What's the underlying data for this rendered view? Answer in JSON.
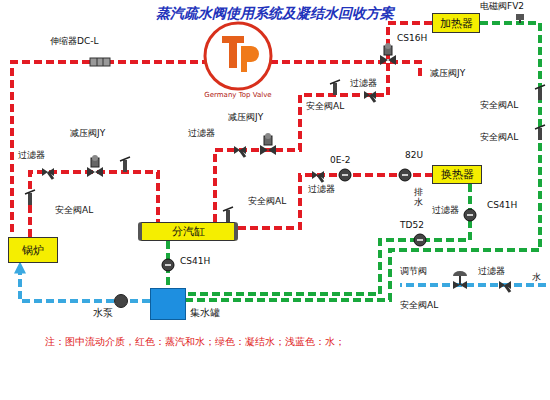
{
  "diagram": {
    "title": "蒸汽疏水阀使用系统及凝结水回收方案",
    "caption": "注：图中流动介质，红色：蒸汽和水；绿色：凝结水；浅蓝色：水；",
    "nodes": [
      {
        "text": [
          "加热器"
        ]
      },
      {
        "text": [
          "换热器"
        ]
      },
      {
        "text": [
          "分汽缸"
        ]
      },
      {
        "text": [
          "锅炉"
        ]
      },
      {
        "text": [
          "水泵"
        ]
      },
      {
        "text": [
          "集水罐"
        ]
      }
    ],
    "edges": [
      {
        "from": 3,
        "to": 2,
        "arrow": "none"
      },
      {
        "from": 2,
        "to": 0,
        "arrow": "none"
      },
      {
        "from": 2,
        "to": 1,
        "arrow": "none"
      },
      {
        "from": 1,
        "to": 5,
        "arrow": "none"
      },
      {
        "from": 0,
        "to": 5,
        "arrow": "none"
      },
      {
        "from": 2,
        "to": 5,
        "arrow": "none"
      },
      {
        "from": 5,
        "to": 4,
        "arrow": "none"
      },
      {
        "from": 4,
        "to": 3,
        "arrow": "to"
      }
    ],
    "labels": [
      "伸缩器DC-L",
      "电磁阀FV2",
      "CS16H",
      "减压阀JY",
      "过滤器",
      "安全阀AL",
      "安全阀AL",
      "减压阀JY",
      "过滤器",
      "减压阀JY",
      "过滤器",
      "安全阀AL",
      "安全阀AL",
      "过滤器",
      "0E-2",
      "82U",
      "安全阀AL",
      "CS41H",
      "过滤器",
      "排水",
      "TD52",
      "CS41H",
      "调节阀",
      "过滤器",
      "水",
      "安全阀AL",
      "Germany Top Valve"
    ]
  }
}
